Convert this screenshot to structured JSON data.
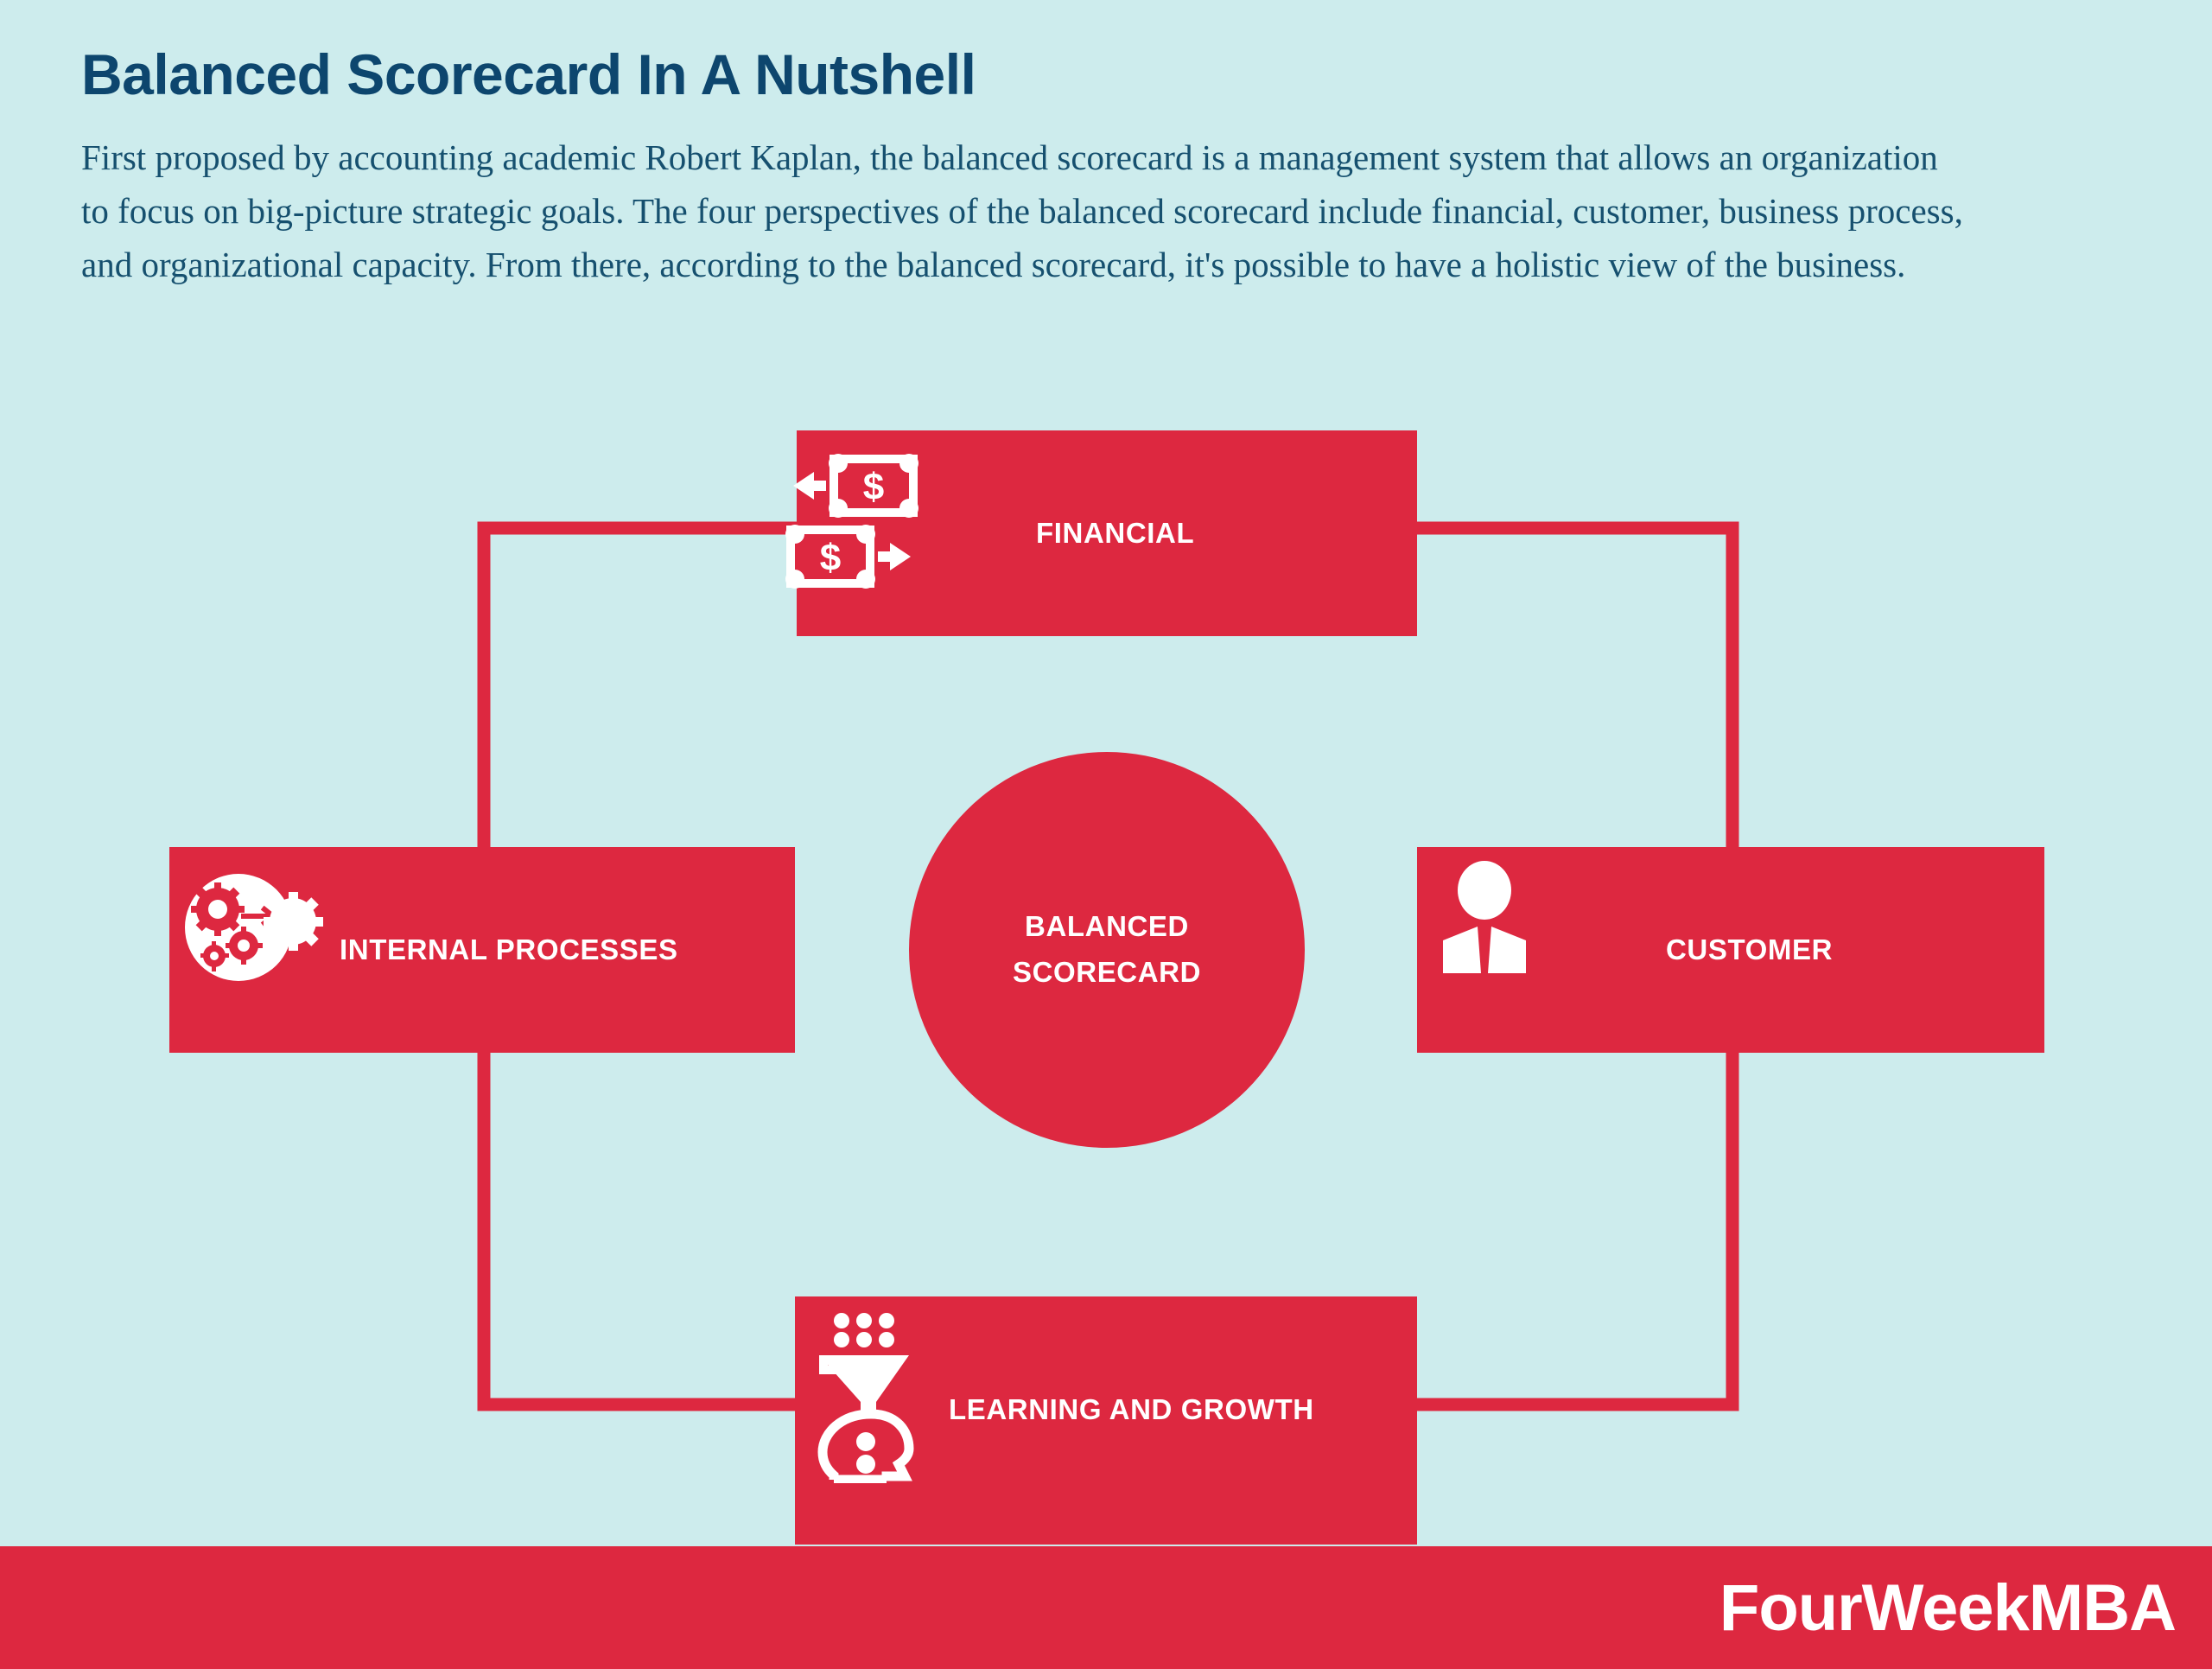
{
  "header": {
    "title": "Balanced Scorecard In A Nutshell",
    "subtitle": "First proposed by accounting academic Robert Kaplan, the balanced scorecard is a management system that allows an organization to focus on big-picture strategic goals. The four perspectives of the balanced scorecard include financial, customer, business process, and organizational capacity. From there, according to the balanced scorecard, it's possible to have a holistic view of the business."
  },
  "diagram": {
    "center": {
      "line1": "BALANCED",
      "line2": "SCORECARD"
    },
    "nodes": [
      {
        "id": "financial",
        "label": "FINANCIAL",
        "icon": "cash-flow-icon"
      },
      {
        "id": "internal",
        "label": "INTERNAL PROCESSES",
        "icon": "gears-process-icon"
      },
      {
        "id": "customer",
        "label": "CUSTOMER",
        "icon": "person-icon"
      },
      {
        "id": "learning",
        "label": "LEARNING AND GROWTH",
        "icon": "head-funnel-knowledge-icon"
      }
    ]
  },
  "footer": {
    "logo": "FourWeekMBA"
  },
  "colors": {
    "background": "#cdeced",
    "accent_red": "#dd2840",
    "title_navy": "#0d466e",
    "body_text": "#16506f",
    "on_accent": "#ffffff"
  }
}
